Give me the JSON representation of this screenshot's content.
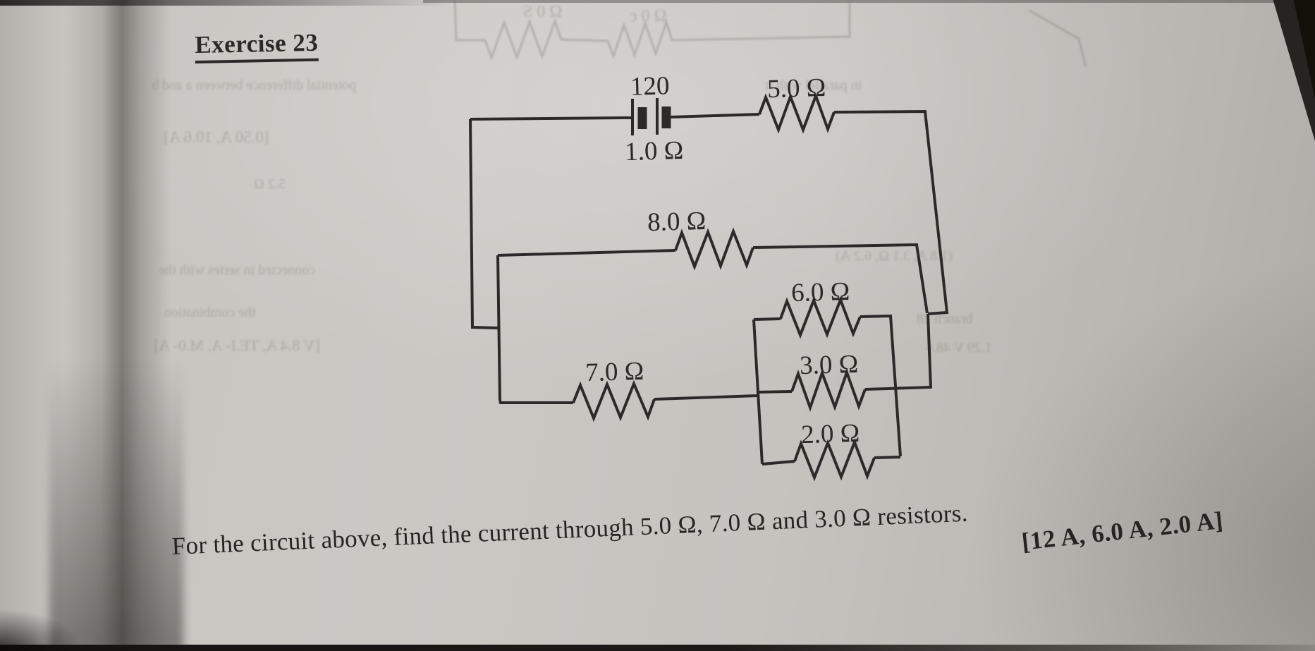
{
  "page": {
    "exercise_title": "Exercise 23",
    "question": "For the circuit above, find the current through 5.0 Ω, 7.0 Ω and 3.0 Ω resistors.",
    "results": {
      "display": "[12 A, 6.0 A, 2.0 A]",
      "current_5_ohm": "12 A",
      "current_7_ohm": "6.0 A",
      "current_3_ohm": "2.0 A"
    }
  },
  "circuit": {
    "labels": {
      "emf": "120",
      "internal_resistance": "1.0 Ω",
      "r5": "5.0 Ω",
      "r8": "8.0 Ω",
      "r6": "6.0 Ω",
      "r7": "7.0 Ω",
      "r3": "3.0 Ω",
      "r2": "2.0 Ω"
    }
  },
  "colors": {
    "ink": "#2b2a28",
    "paper": "#c7c4c0",
    "shadow": "#2a2622"
  },
  "ghost": [
    "potential difference between a and b",
    "in parallel with it",
    "[0.50 A, 10.6 A]",
    "5.2 Ω",
    "connected in series with the",
    "(1.8 A, 3.1 Ω, 6.2 A)",
    "the combination",
    "[V 8.4 A, TE.I- A, M.0- A]",
    "branch 28",
    "1.29 V 48.6",
    "Ω 0 S",
    "Ω 0 c"
  ]
}
